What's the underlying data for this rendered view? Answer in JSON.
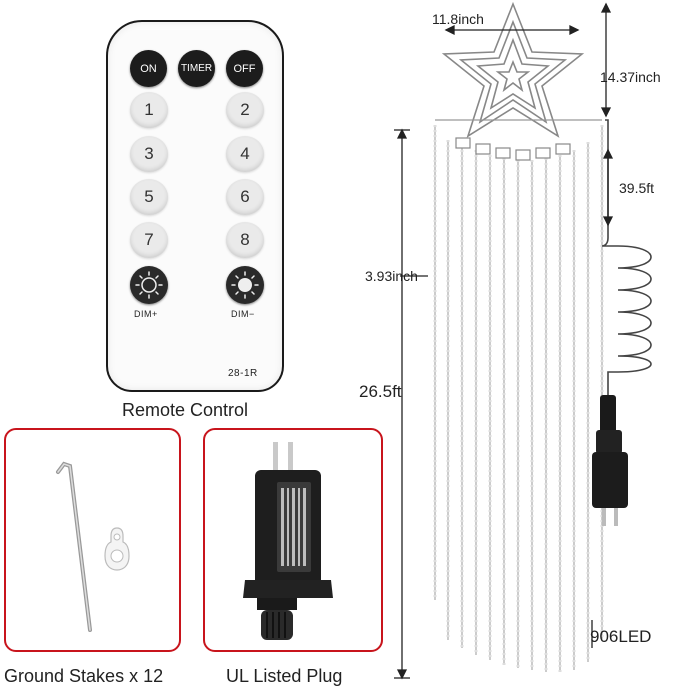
{
  "remote": {
    "buttons": {
      "on": "ON",
      "timer": "TIMER",
      "off": "OFF"
    },
    "numbers": [
      "1",
      "2",
      "3",
      "4",
      "5",
      "6",
      "7",
      "8"
    ],
    "dim_plus": "DIM+",
    "dim_minus": "DIM−",
    "model": "28-1R",
    "caption": "Remote Control"
  },
  "accessories": {
    "stakes_caption": "Ground Stakes x 12",
    "plug_caption": "UL Listed Plug"
  },
  "dimensions": {
    "star_width": "11.8inch",
    "star_height": "14.37inch",
    "lead_cable": "39.5ft",
    "spacing": "3.93inch",
    "strand_length": "26.5ft",
    "led_count": "906LED"
  },
  "colors": {
    "box_border": "#c8141c",
    "button_dark": "#1c1c1c"
  }
}
